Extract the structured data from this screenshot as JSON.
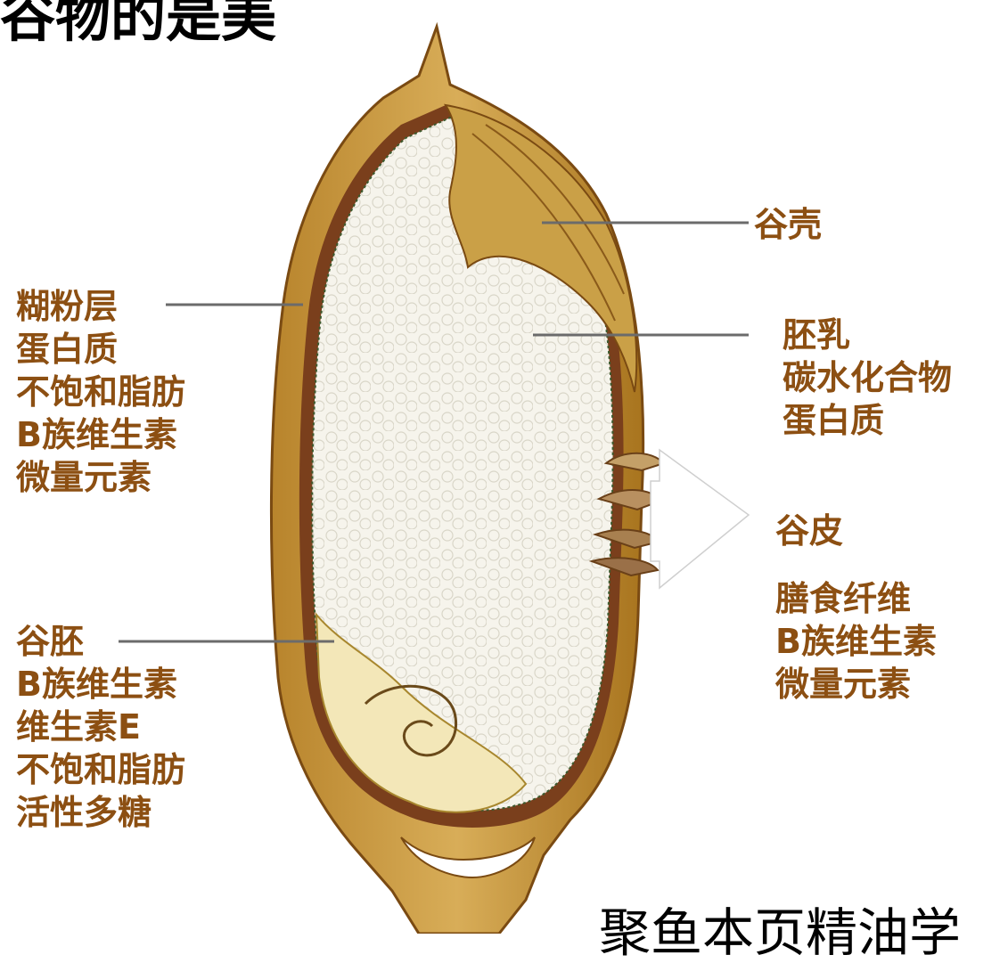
{
  "title": "谷物的是美",
  "bottom_text": "聚鱼本页精油学",
  "labels": {
    "husk": {
      "lines": [
        "谷壳"
      ]
    },
    "aleurone": {
      "lines": [
        "糊粉层",
        "蛋白质",
        "不饱和脂肪",
        "B族维生素",
        "微量元素"
      ]
    },
    "endosperm": {
      "lines": [
        "胚乳",
        "碳水化合物",
        "蛋白质"
      ]
    },
    "bran": {
      "lines": [
        "谷皮",
        "膳食纤维",
        "B族维生素",
        "微量元素"
      ]
    },
    "germ": {
      "lines": [
        "谷胚",
        "B族维生素",
        "维生素E",
        "不饱和脂肪",
        "活性多糖"
      ]
    }
  },
  "colors": {
    "label_text": "#8c4f12",
    "husk": "#c89a3c",
    "husk_dark": "#8a5a1a",
    "endosperm": "#f4f1e6",
    "germ": "#f3e7b8",
    "bran_layer": "#7a3f1c"
  }
}
